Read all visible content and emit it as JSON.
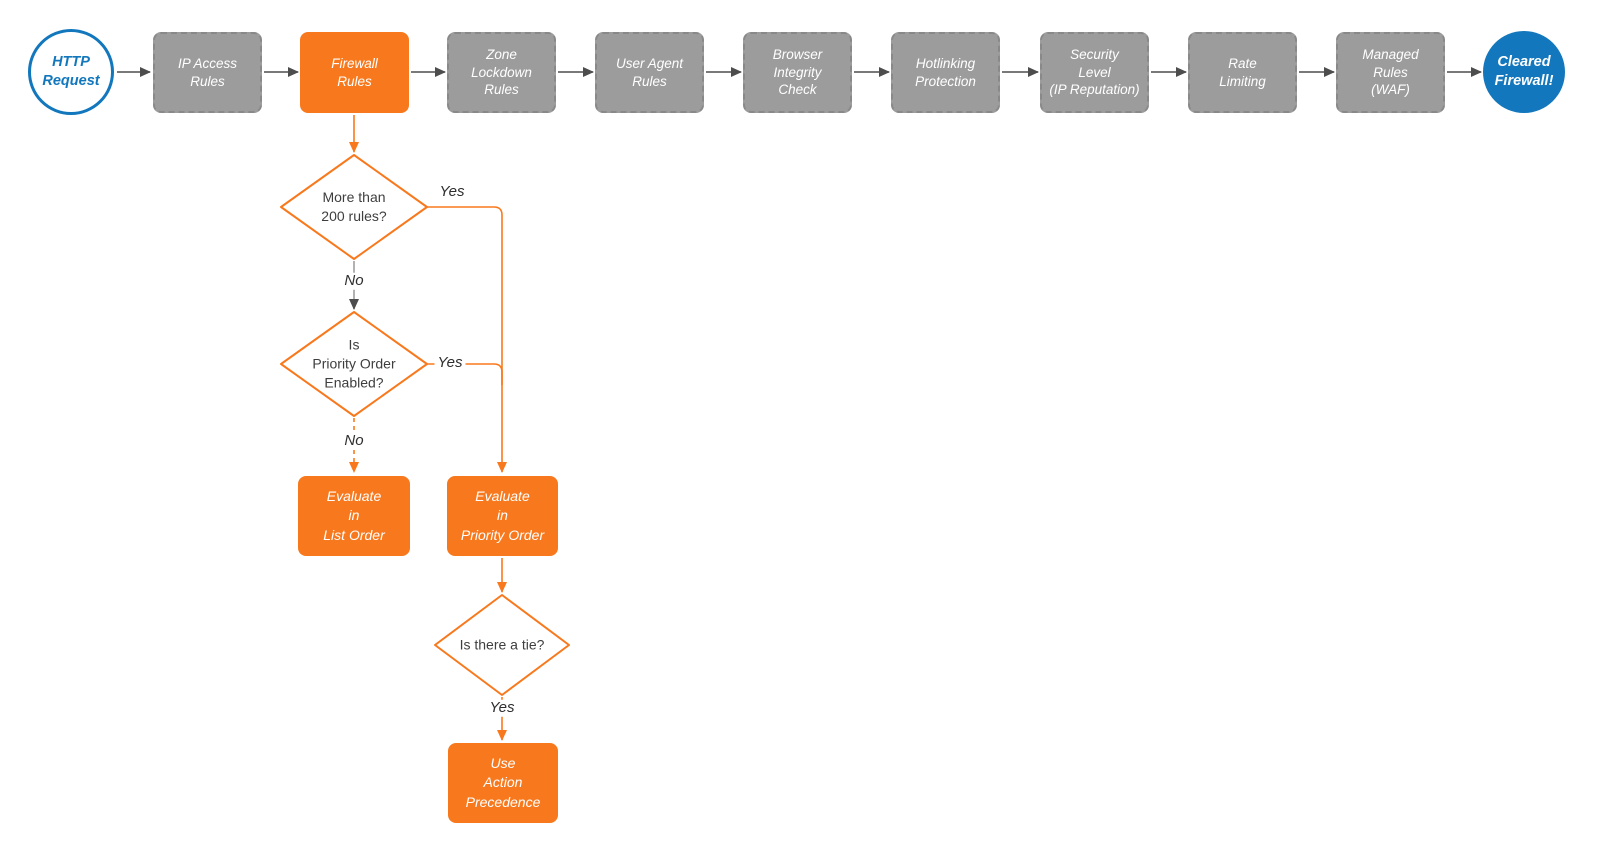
{
  "diagram": {
    "title": "Firewall request evaluation flowchart",
    "colors": {
      "orange": "#F8791D",
      "blue": "#1277BC",
      "gray_node": "#9C9C9C",
      "arrow_gray": "#4D4D4D"
    },
    "start": {
      "label": "HTTP\nRequest"
    },
    "end": {
      "label": "Cleared\nFirewall!"
    },
    "steps": [
      {
        "label": "IP Access\nRules"
      },
      {
        "label": "Firewall\nRules",
        "highlight": true
      },
      {
        "label": "Zone\nLockdown\nRules"
      },
      {
        "label": "User Agent\nRules"
      },
      {
        "label": "Browser\nIntegrity\nCheck"
      },
      {
        "label": "Hotlinking\nProtection"
      },
      {
        "label": "Security\nLevel\n(IP Reputation)"
      },
      {
        "label": "Rate\nLimiting"
      },
      {
        "label": "Managed\nRules\n(WAF)"
      }
    ],
    "decisions": [
      {
        "label": "More than\n200 rules?"
      },
      {
        "label": "Is\nPriority Order\nEnabled?"
      },
      {
        "label": "Is there a tie?"
      }
    ],
    "actions": [
      {
        "label": "Evaluate\nin\nList Order"
      },
      {
        "label": "Evaluate\nin\nPriority Order"
      },
      {
        "label": "Use\nAction\nPrecedence"
      }
    ],
    "edge_labels": {
      "decision1_yes": "Yes",
      "decision1_no": "No",
      "decision2_yes": "Yes",
      "decision2_no": "No",
      "decision3_yes": "Yes"
    }
  }
}
